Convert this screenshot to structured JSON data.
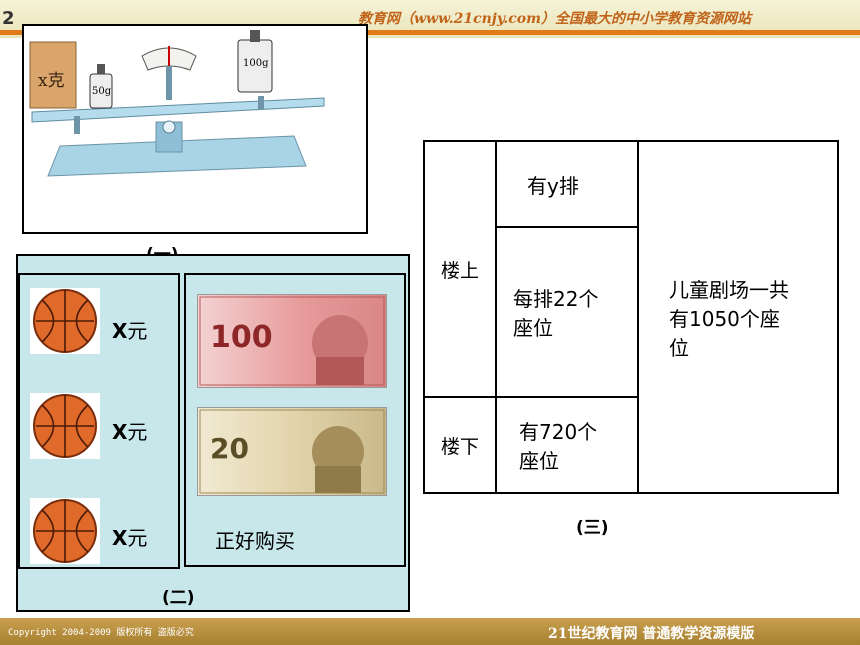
{
  "header": {
    "logo_text": "2",
    "slogan": "教育网（www.21cnjy.com）全国最大的中小学教育资源网站"
  },
  "footer": {
    "copyright": "Copyright 2004-2009 版权所有 盗版必究",
    "brand": "21世纪教育网    普通教学资源模版"
  },
  "figure1": {
    "caption": "(一)",
    "block_label": "x克",
    "weight_small": "50g",
    "weight_large": "100g"
  },
  "figure2": {
    "caption": "(二)",
    "price_var": "X",
    "price_unit": "元",
    "note_text": "正好购买",
    "banknotes": [
      "100",
      "20"
    ]
  },
  "figure3": {
    "caption": "(三)",
    "upstairs": "楼上",
    "downstairs": "楼下",
    "rows": "有y排",
    "seats_per_row": "每排22个座位",
    "downstairs_seats": "有720个座位",
    "total": "儿童剧场一共有1050个座位"
  },
  "colors": {
    "panel_bg": "#c7e7eb",
    "accent": "#e07b1a"
  }
}
